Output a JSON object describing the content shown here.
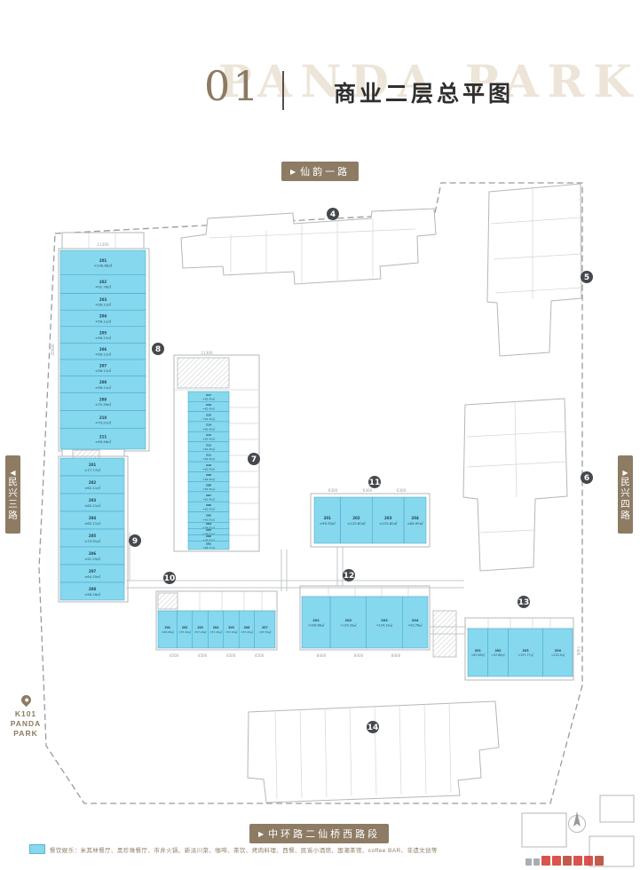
{
  "header": {
    "index": "01",
    "title": "商业二层总平图",
    "watermark": "PANDA PARK"
  },
  "roads": {
    "top": "仙韵一路",
    "bottom": "中环路二仙桥西路段",
    "left": "民兴三路",
    "right": "民兴四路",
    "arrow_right": "▶",
    "arrow_left": "◀"
  },
  "landmark": {
    "lines": [
      "K101",
      "PANDA",
      "PARK"
    ]
  },
  "legend": {
    "text": "餐饮娱乐：米其林餐厅、黑珍珠餐厅、市井火锅、新派川菜、咖啡、茶饮、烤肉料理、西餐、民谣小酒馆、国潮茶馆、coffee BAR、非遗文创等"
  },
  "colors": {
    "accent_cyan": "#85d8ee",
    "brand_brown": "#8d7b64",
    "badge_dark": "#45494e"
  },
  "plan": {
    "badges": [
      "4",
      "5",
      "6",
      "7",
      "8",
      "9",
      "10",
      "11",
      "12",
      "13",
      "14"
    ],
    "dims": [
      "11300",
      "45600",
      "11300",
      "4500",
      "4500",
      "4500",
      "4500",
      "8400",
      "8400",
      "8400",
      "7400",
      "6300",
      "6300",
      "6300"
    ],
    "buildings": [
      {
        "id": "8",
        "units": [
          {
            "no": "201",
            "area": "≈149.68㎡"
          },
          {
            "no": "202",
            "area": "≈92.76㎡"
          },
          {
            "no": "203",
            "area": "≈56.11㎡"
          },
          {
            "no": "204",
            "area": "≈56.11㎡"
          },
          {
            "no": "205",
            "area": "≈56.11㎡"
          },
          {
            "no": "206",
            "area": "≈56.11㎡"
          },
          {
            "no": "207",
            "area": "≈56.11㎡"
          },
          {
            "no": "208",
            "area": "≈56.11㎡"
          },
          {
            "no": "209",
            "area": "≈75.39㎡"
          },
          {
            "no": "210",
            "area": "≈74.21㎡"
          },
          {
            "no": "211",
            "area": "≈99.46㎡"
          }
        ]
      },
      {
        "id": "9",
        "units": [
          {
            "no": "201",
            "area": "≈77.77㎡"
          },
          {
            "no": "202",
            "area": "≈62.11㎡"
          },
          {
            "no": "203",
            "area": "≈62.11㎡"
          },
          {
            "no": "204",
            "area": "≈62.11㎡"
          },
          {
            "no": "205",
            "area": "≈73.91㎡"
          },
          {
            "no": "206",
            "area": "≈91.25㎡"
          },
          {
            "no": "207",
            "area": "≈64.35㎡"
          },
          {
            "no": "208",
            "area": "≈58.18㎡"
          }
        ]
      },
      {
        "id": "7",
        "units": [
          {
            "no": "217",
            "area": "≈62.45㎡"
          },
          {
            "no": "216",
            "area": "≈62.45㎡"
          },
          {
            "no": "215",
            "area": "≈62.45㎡"
          },
          {
            "no": "214",
            "area": "≈62.45㎡"
          },
          {
            "no": "213",
            "area": "≈62.45㎡"
          },
          {
            "no": "212",
            "area": "≈62.45㎡"
          },
          {
            "no": "211",
            "area": "≈62.45㎡"
          },
          {
            "no": "210",
            "area": "≈62.45㎡"
          },
          {
            "no": "209",
            "area": "≈62.45㎡"
          },
          {
            "no": "208",
            "area": "≈62.45㎡"
          },
          {
            "no": "207",
            "area": "≈62.45㎡"
          },
          {
            "no": "206",
            "area": "≈62.45㎡"
          },
          {
            "no": "205",
            "area": "≈63.05㎡"
          },
          {
            "no": "204",
            "area": "≈34.93㎡"
          },
          {
            "no": "203",
            "area": "≈34.93㎡"
          },
          {
            "no": "202",
            "area": "≈34.93㎡"
          },
          {
            "no": "201",
            "area": "≈48.17㎡"
          }
        ]
      },
      {
        "id": "11",
        "units": [
          {
            "no": "201",
            "area": "≈99.35㎡"
          },
          {
            "no": "202",
            "area": "≈125.80㎡"
          },
          {
            "no": "203",
            "area": "≈125.80㎡"
          },
          {
            "no": "204",
            "area": "≈84.95㎡"
          }
        ]
      },
      {
        "id": "10",
        "units": [
          {
            "no": "201",
            "area": "≈68.48㎡"
          },
          {
            "no": "202",
            "area": "≈57.20㎡"
          },
          {
            "no": "203",
            "area": "≈57.20㎡"
          },
          {
            "no": "204",
            "area": "≈57.20㎡"
          },
          {
            "no": "205",
            "area": "≈57.20㎡"
          },
          {
            "no": "206",
            "area": "≈57.20㎡"
          },
          {
            "no": "207",
            "area": "≈87.70㎡"
          }
        ]
      },
      {
        "id": "12",
        "units": [
          {
            "no": "201",
            "area": "≈108.68㎡"
          },
          {
            "no": "202",
            "area": "≈124.33㎡"
          },
          {
            "no": "203",
            "area": "≈124.33㎡"
          },
          {
            "no": "204",
            "area": "≈93.76㎡"
          }
        ]
      },
      {
        "id": "13",
        "units": [
          {
            "no": "201",
            "area": "≈67.89㎡"
          },
          {
            "no": "202",
            "area": "≈47.89㎡"
          },
          {
            "no": "203",
            "area": "≈137.77㎡"
          },
          {
            "no": "204",
            "area": "≈122.9㎡"
          }
        ]
      }
    ]
  }
}
